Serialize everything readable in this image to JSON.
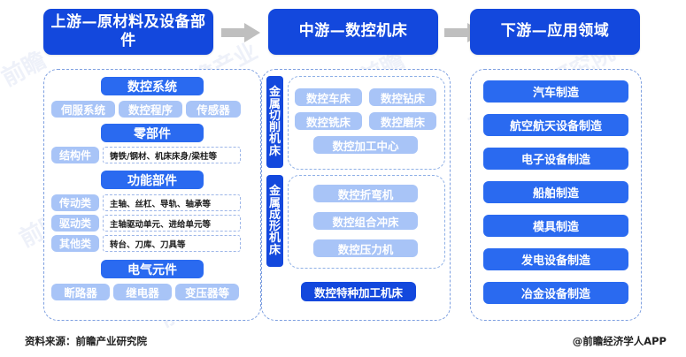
{
  "headers": [
    {
      "label": "上游—原材料及设备部件"
    },
    {
      "label": "中游—数控机床"
    },
    {
      "label": "下游—应用领域"
    }
  ],
  "upstream": {
    "sections": [
      {
        "title": "数控系统",
        "chips": [
          "伺服系统",
          "数控程序",
          "传感器"
        ]
      },
      {
        "title": "零部件",
        "rows": [
          {
            "tag": "结构件",
            "desc": "铸铁/钢材、机床床身/梁柱等"
          }
        ]
      },
      {
        "title": "功能部件",
        "rows": [
          {
            "tag": "传动类",
            "desc": "主轴、丝杠、导轨、轴承等"
          },
          {
            "tag": "驱动类",
            "desc": "主轴驱动单元、进给单元等"
          },
          {
            "tag": "其他类",
            "desc": "转台、刀库、刀具等"
          }
        ]
      },
      {
        "title": "电气元件",
        "chips": [
          "断路器",
          "继电器",
          "变压器等"
        ]
      }
    ]
  },
  "midstream": {
    "groups": [
      {
        "vertical_label": "金属切削机床",
        "items": [
          "数控车床",
          "数控钻床",
          "数控铣床",
          "数控磨床",
          "数控加工中心"
        ]
      },
      {
        "vertical_label": "金属成形机床",
        "items": [
          "数控折弯机",
          "数控组合冲床",
          "数控压力机"
        ]
      }
    ],
    "special": "数控特种加工机床"
  },
  "downstream": {
    "items": [
      "汽车制造",
      "航空航天设备制造",
      "电子设备制造",
      "船舶制造",
      "模具制造",
      "发电设备制造",
      "冶金设备制造"
    ]
  },
  "footer": {
    "source": "资料来源：前瞻产业研究院",
    "brand": "@前瞻经济学人APP"
  },
  "watermarks": [
    "前瞻产业研究院",
    "前瞻",
    "前瞻研究院",
    "前瞻产业"
  ],
  "colors": {
    "deep_blue": "#1348dd",
    "mid_blue": "#2a6af0",
    "light_blue": "#a8c4f7",
    "dashed_border": "#7d9fe0",
    "arrow_gray": "#bfbfbf"
  }
}
